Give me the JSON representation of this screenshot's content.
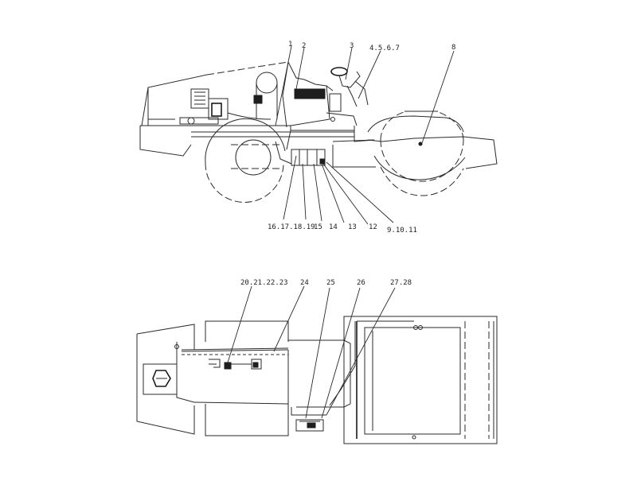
{
  "side_view": {
    "callouts": [
      {
        "id": "c1",
        "text": "1"
      },
      {
        "id": "c2",
        "text": "2"
      },
      {
        "id": "c3",
        "text": "3"
      },
      {
        "id": "c4",
        "text": "4.5.6.7"
      },
      {
        "id": "c8",
        "text": "8"
      },
      {
        "id": "c16",
        "text": "16.17.18.19"
      },
      {
        "id": "c15",
        "text": "15"
      },
      {
        "id": "c14",
        "text": "14"
      },
      {
        "id": "c13",
        "text": "13"
      },
      {
        "id": "c12",
        "text": "12"
      },
      {
        "id": "c9",
        "text": "9.10.11"
      }
    ]
  },
  "top_view": {
    "callouts": [
      {
        "id": "c20",
        "text": "20.21.22.23"
      },
      {
        "id": "c24",
        "text": "24"
      },
      {
        "id": "c25",
        "text": "25"
      },
      {
        "id": "c26",
        "text": "26"
      },
      {
        "id": "c27",
        "text": "27.28"
      }
    ]
  }
}
